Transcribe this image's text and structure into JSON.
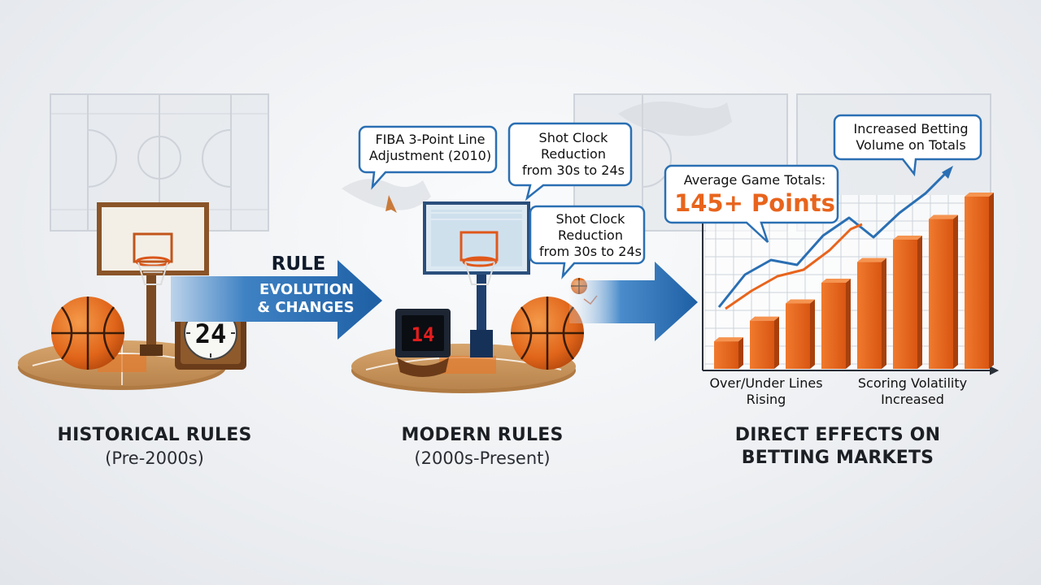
{
  "captions": {
    "historical_title": "HISTORICAL RULES",
    "historical_sub": "(Pre-2000s)",
    "modern_title": "MODERN RULES",
    "modern_sub": "(2000s-Present)",
    "effects_title_line1": "DIRECT EFFECTS ON",
    "effects_title_line2": "BETTING MARKETS"
  },
  "arrow": {
    "line1": "RULE",
    "line2": "EVOLUTION",
    "line3": "& CHANGES"
  },
  "displays": {
    "vintage_clock": "24",
    "shot_clock": "14"
  },
  "callouts": {
    "fiba_line1": "FIBA 3-Point Line",
    "fiba_line2": "Adjustment (2010)",
    "shot_clock_top_line1": "Shot Clock",
    "shot_clock_top_line2": "Reduction",
    "shot_clock_top_line3": "from 30s to 24s",
    "shot_clock_mid_line1": "Shot Clock",
    "shot_clock_mid_line2": "Reduction",
    "shot_clock_mid_line3": "from 30s to 24s",
    "volume_line1": "Increased Betting",
    "volume_line2": "Volume on Totals",
    "avg_line1": "Average Game Totals:",
    "avg_line2": "145+ Points"
  },
  "chart_labels": {
    "left_line1": "Over/Under Lines",
    "left_line2": "Rising",
    "right_line1": "Scoring Volatility",
    "right_line2": "Increased"
  },
  "colors": {
    "orange": "#e8641c",
    "blue": "#2a6fb3",
    "court": "#c9955e",
    "ball": "#e06a1a"
  }
}
